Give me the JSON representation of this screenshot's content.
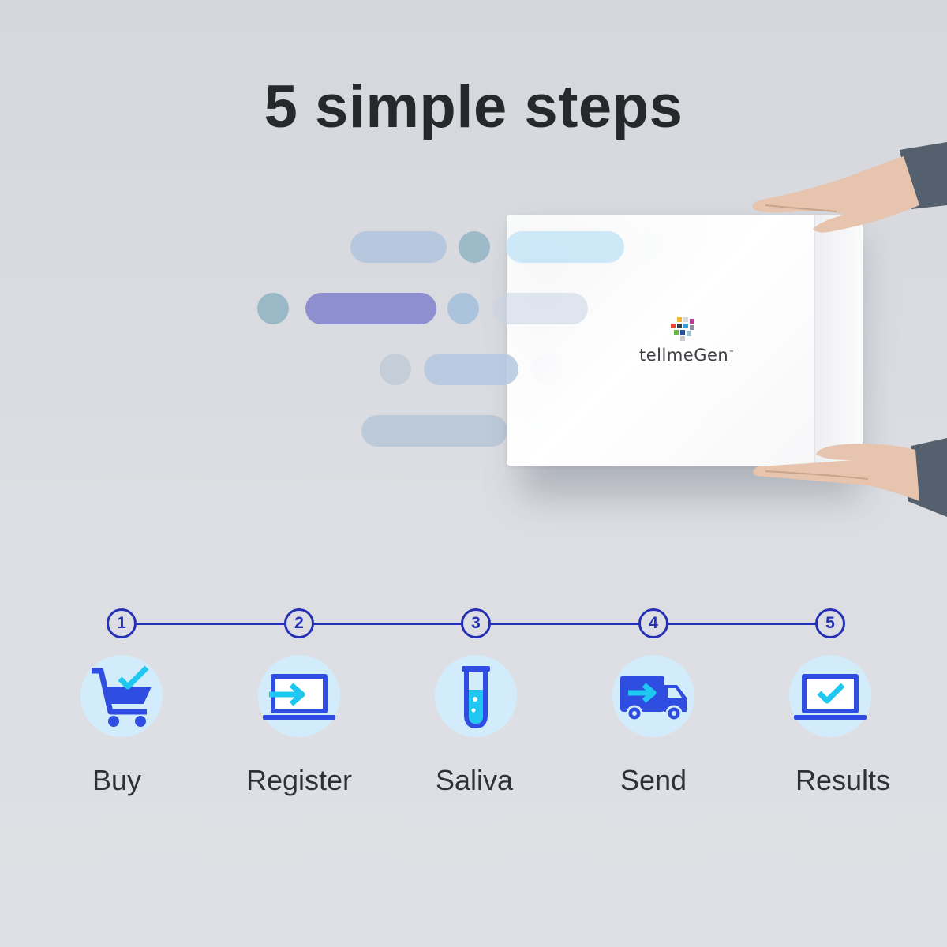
{
  "title": "5 simple steps",
  "product": {
    "brand": "tellmeGen",
    "trademark": "™"
  },
  "steps": [
    {
      "number": "1",
      "label": "Buy",
      "icon": "shopping-cart-check-icon"
    },
    {
      "number": "2",
      "label": "Register",
      "icon": "laptop-arrow-icon"
    },
    {
      "number": "3",
      "label": "Saliva",
      "icon": "test-tube-icon"
    },
    {
      "number": "4",
      "label": "Send",
      "icon": "delivery-truck-icon"
    },
    {
      "number": "5",
      "label": "Results",
      "icon": "laptop-check-icon"
    }
  ],
  "colors": {
    "accent": "#2630b4",
    "icon_blue": "#2f4de0",
    "icon_cyan": "#1ec8f0",
    "icon_circle": "#d3ecfb",
    "background": "#d9dbe0"
  }
}
